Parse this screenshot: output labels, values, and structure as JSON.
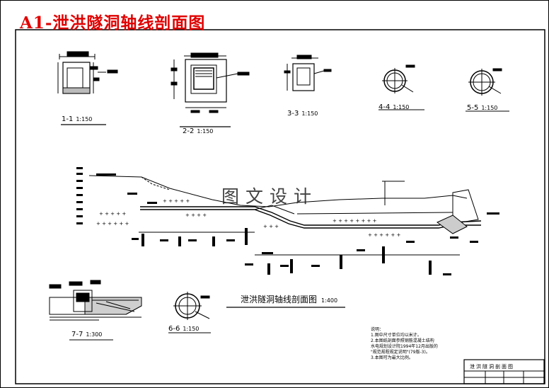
{
  "heading": "A1-泄洪隧洞轴线剖面图",
  "watermark": "图文设计",
  "main_title": {
    "text": "泄洪隧洞轴线剖面图",
    "scale": "1:400"
  },
  "sections": [
    {
      "id": "1-1",
      "scale": "1:150"
    },
    {
      "id": "2-2",
      "scale": "1:150"
    },
    {
      "id": "3-3",
      "scale": "1:150"
    },
    {
      "id": "4-4",
      "scale": "1:150"
    },
    {
      "id": "5-5",
      "scale": "1:150"
    },
    {
      "id": "6-6",
      "scale": "1:150"
    },
    {
      "id": "7-7",
      "scale": "1:300"
    }
  ],
  "notes": {
    "heading": "说明：",
    "lines": [
      "1.图中尺寸单位均以米计。",
      "2.本图纸剖面参照钢筋混凝土结构",
      "  水电规划设计院1994年12月出版的",
      "  \"规范规程规定说明\"(79版-3)。",
      "3.本图可为最大比例。"
    ]
  },
  "title_block": {
    "title": "泄洪隧洞剖面图"
  },
  "colors": {
    "heading": "#e00000",
    "line": "#000000",
    "background": "#ffffff"
  }
}
